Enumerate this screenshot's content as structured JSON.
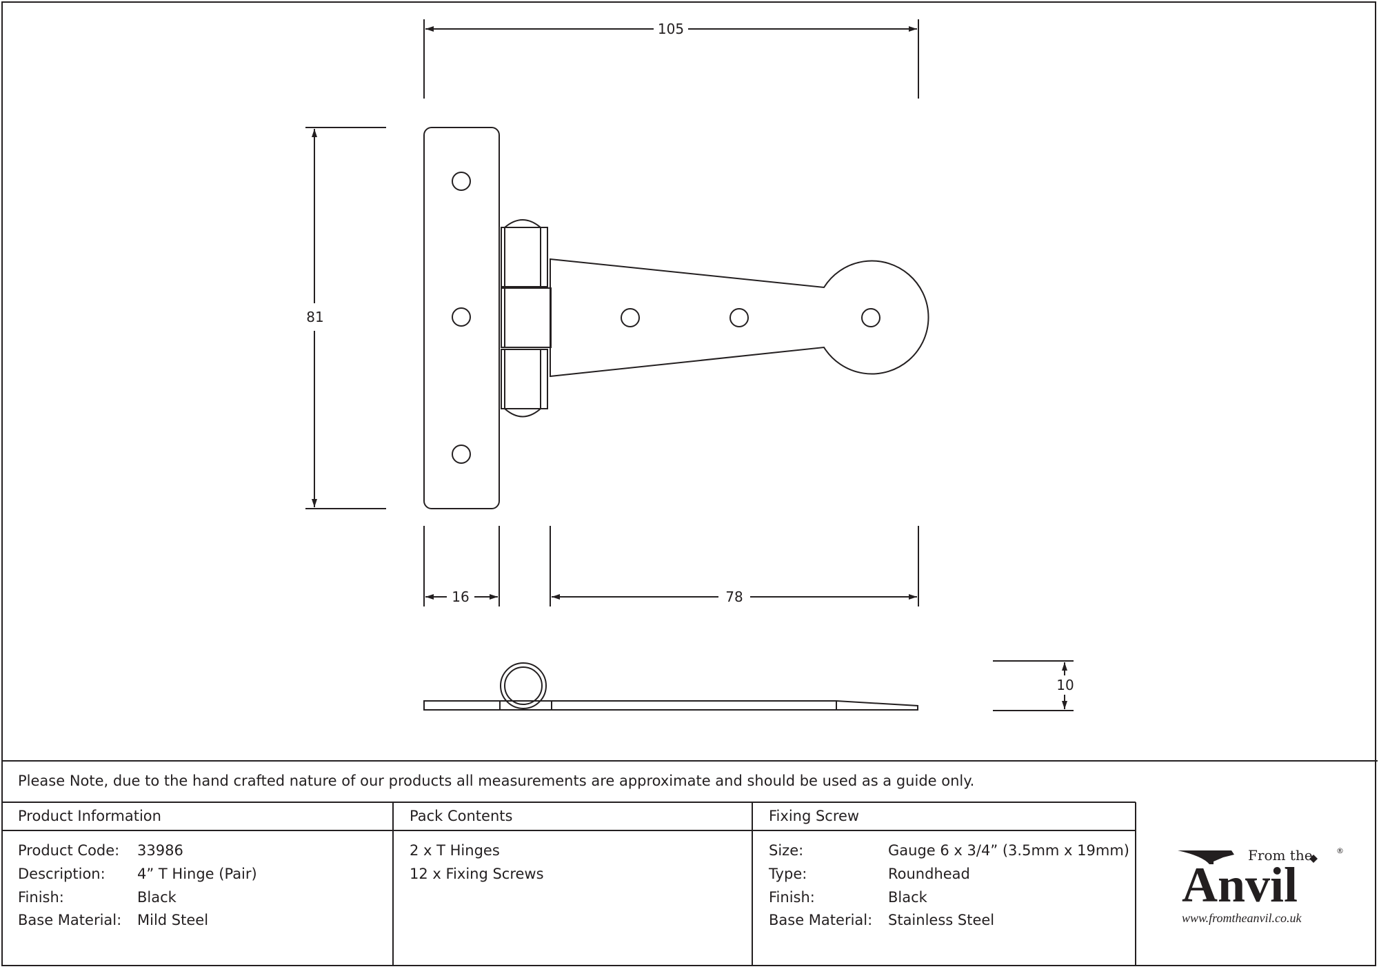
{
  "drawing": {
    "dimensions": {
      "overall_width": "105",
      "height": "81",
      "strap_width": "16",
      "arm_length": "78",
      "thickness": "10"
    }
  },
  "note": "Please Note, due to the hand crafted nature of our products all measurements are approximate and should be used as a guide only.",
  "product_info": {
    "heading": "Product Information",
    "rows": [
      {
        "label": "Product Code:",
        "value": "33986"
      },
      {
        "label": "Description:",
        "value": "4” T Hinge (Pair)"
      },
      {
        "label": "Finish:",
        "value": "Black"
      },
      {
        "label": "Base Material:",
        "value": "Mild Steel"
      }
    ]
  },
  "pack_contents": {
    "heading": "Pack Contents",
    "items": [
      "2 x T Hinges",
      "12 x Fixing Screws"
    ]
  },
  "fixing_screw": {
    "heading": "Fixing Screw",
    "rows": [
      {
        "label": "Size:",
        "value": "Gauge 6 x 3/4” (3.5mm x 19mm)"
      },
      {
        "label": "Type:",
        "value": "Roundhead"
      },
      {
        "label": "Finish:",
        "value": "Black"
      },
      {
        "label": "Base Material:",
        "value": "Stainless Steel"
      }
    ]
  },
  "logo": {
    "from_the": "From the",
    "anvil": "Anvil",
    "registered": "®",
    "url": "www.fromtheanvil.co.uk"
  }
}
